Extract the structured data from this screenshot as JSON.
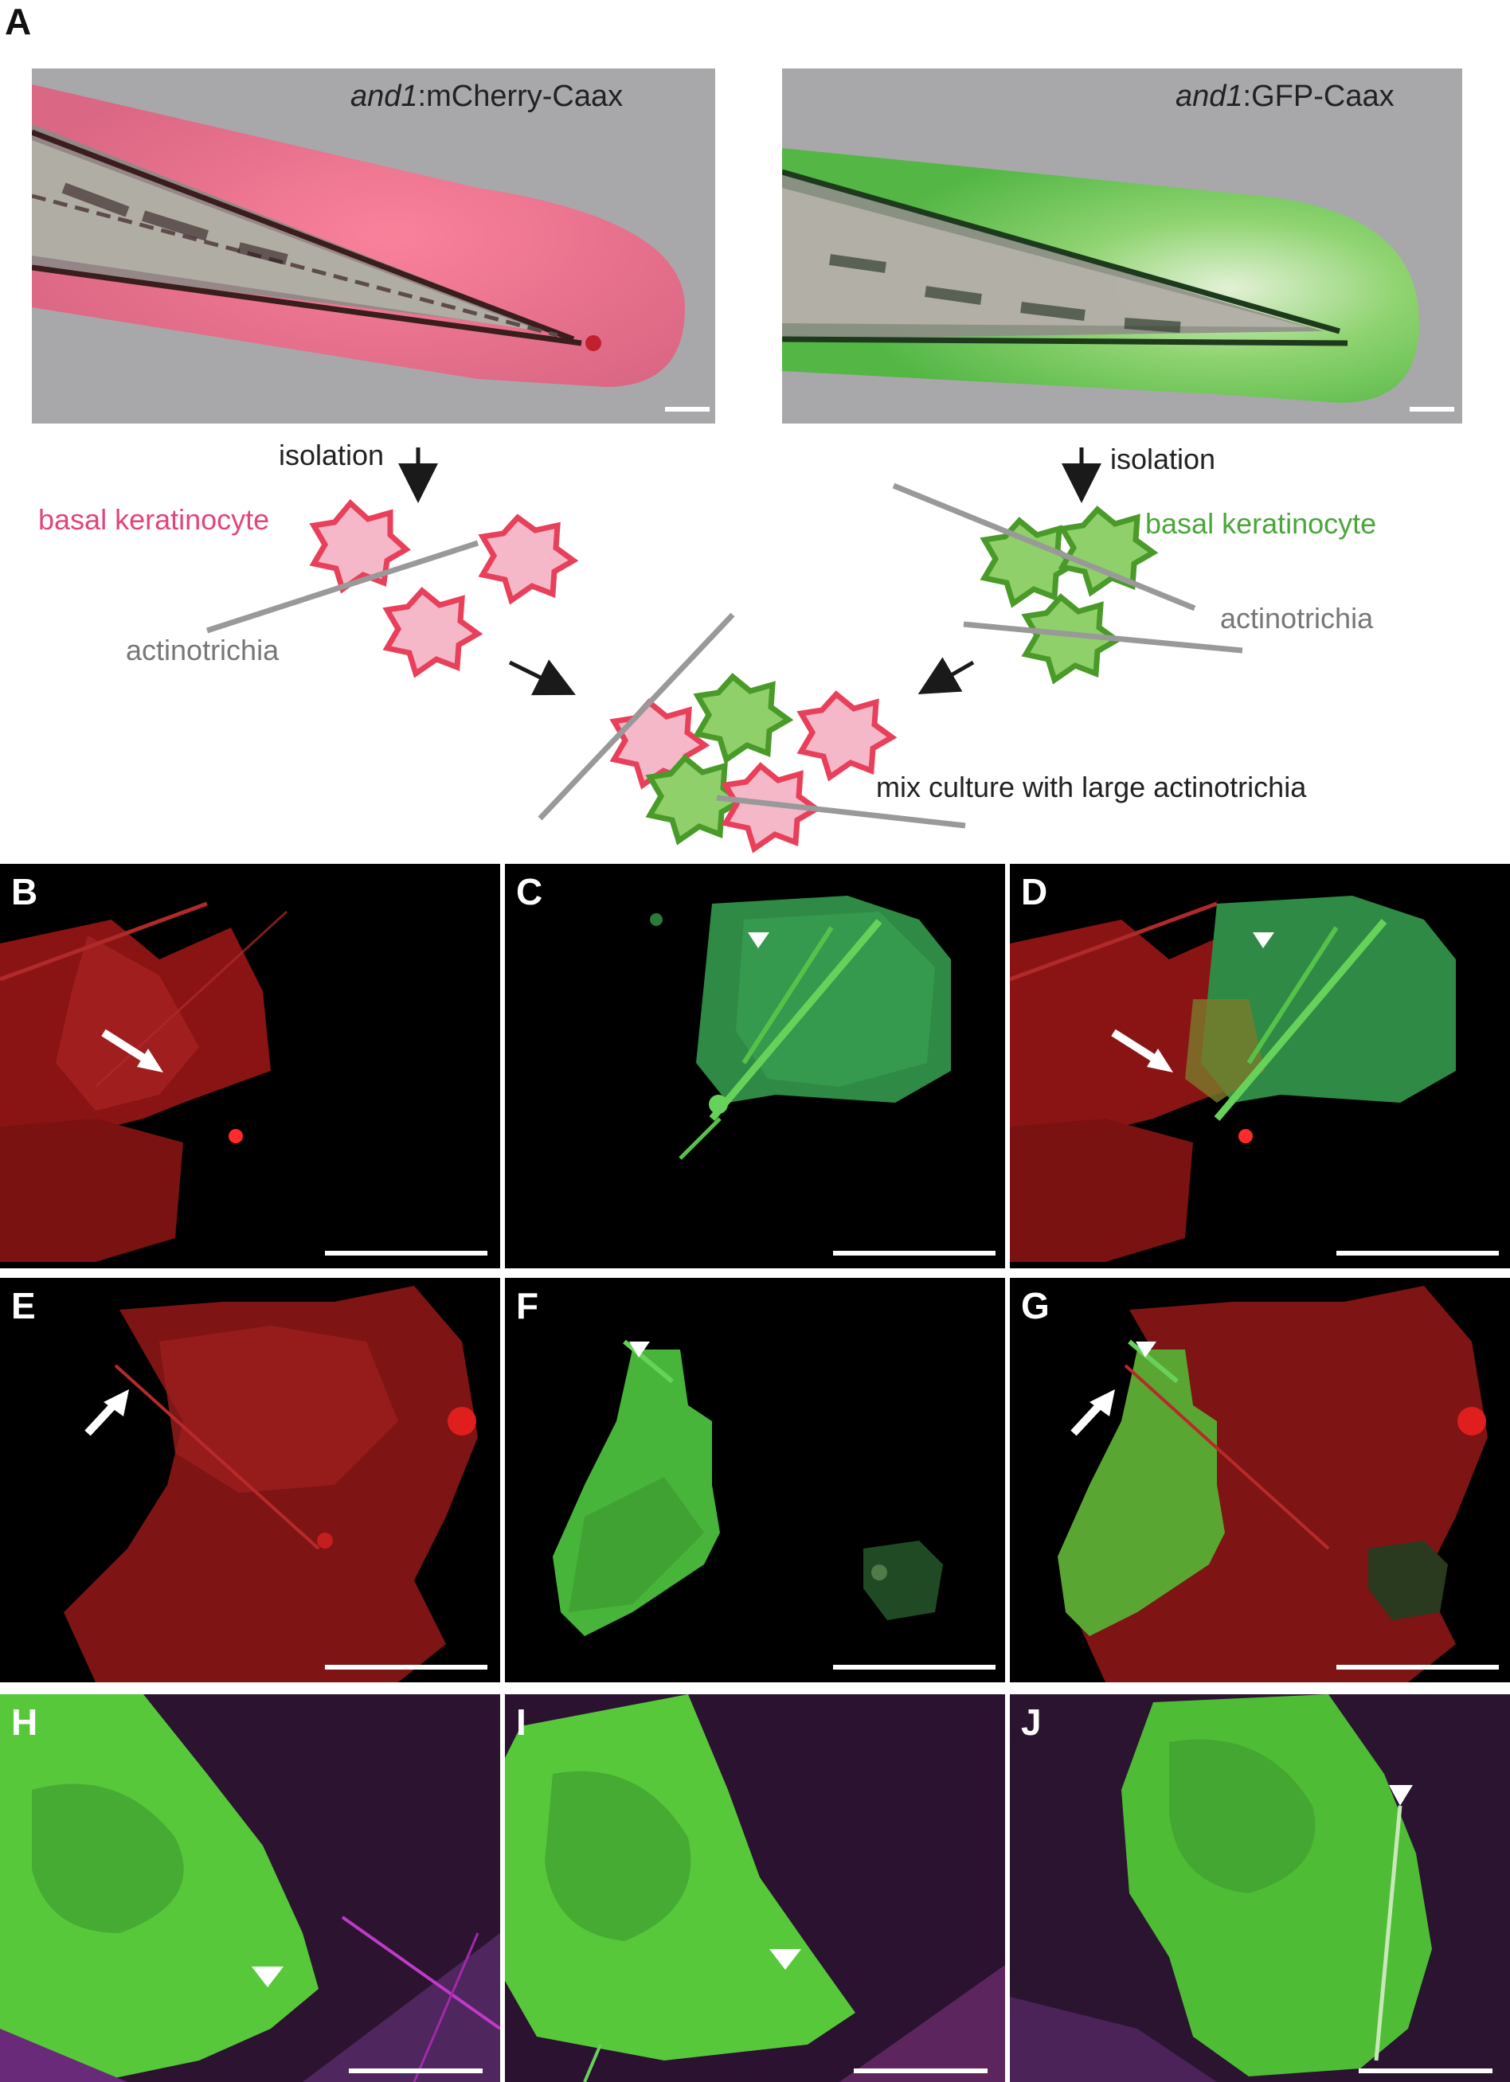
{
  "panel_a": {
    "letter": "A",
    "left_photo": {
      "gene": "and1",
      "reporter": ":mCherry-Caax"
    },
    "right_photo": {
      "gene": "and1",
      "reporter": ":GFP-Caax"
    },
    "schematic": {
      "isolation_left": "isolation",
      "isolation_right": "isolation",
      "basal_left": "basal keratinocyte",
      "basal_right": "basal keratinocyte",
      "actino_left": "actinotrichia",
      "actino_right": "actinotrichia",
      "mix": "mix culture with large actinotrichia"
    },
    "colors": {
      "red_cell": "#e8405a",
      "red_fill": "#f4b8c8",
      "green_cell": "#4a9a2a",
      "green_fill": "#8fd06a",
      "basal_red_text": "#e2457a",
      "basal_green_text": "#4aa63a",
      "actino_text": "#777777"
    }
  },
  "panels": [
    {
      "letter": "B"
    },
    {
      "letter": "C"
    },
    {
      "letter": "D"
    },
    {
      "letter": "E"
    },
    {
      "letter": "F"
    },
    {
      "letter": "G"
    },
    {
      "letter": "H"
    },
    {
      "letter": "I"
    },
    {
      "letter": "J"
    }
  ]
}
